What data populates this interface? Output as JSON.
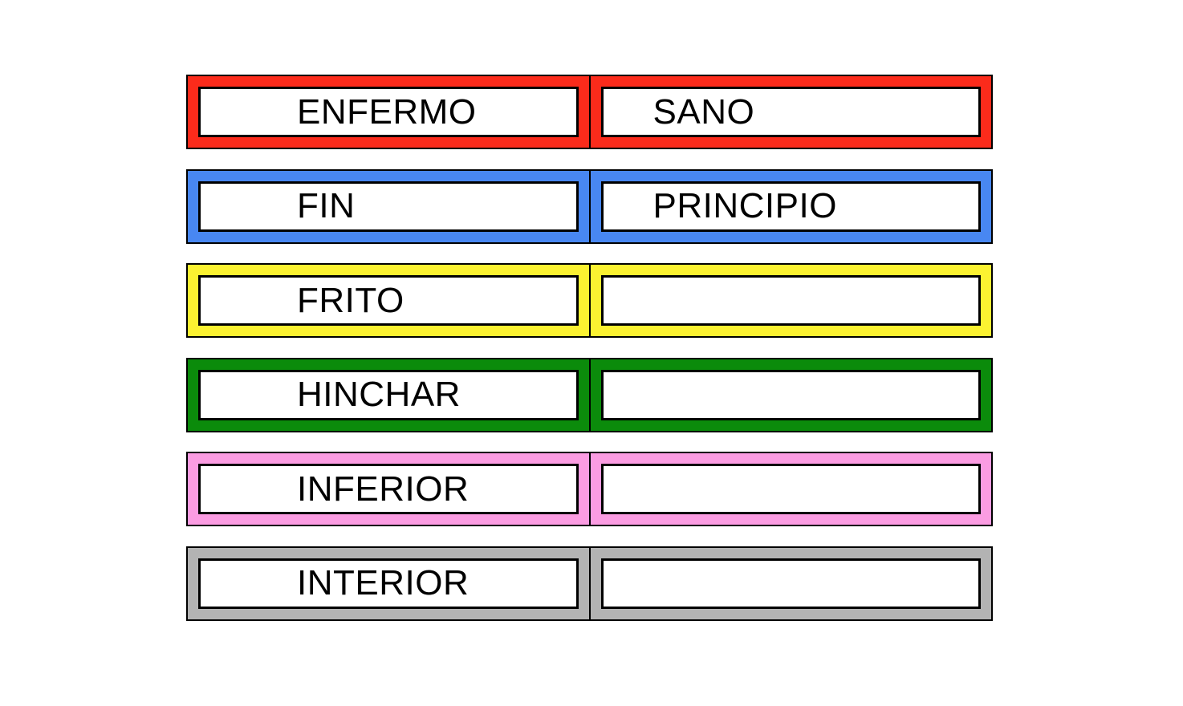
{
  "board": {
    "description": "antonym matching card board",
    "text_color": "#000000",
    "card_background": "#ffffff",
    "outline_color": "#000000"
  },
  "rows": [
    {
      "color_name": "red",
      "color": "#fb2b1b",
      "left_label": "ENFERMO",
      "right_label": "SANO"
    },
    {
      "color_name": "blue",
      "color": "#4887f2",
      "left_label": "FIN",
      "right_label": "PRINCIPIO"
    },
    {
      "color_name": "yellow",
      "color": "#fbf231",
      "left_label": "FRITO",
      "right_label": ""
    },
    {
      "color_name": "green",
      "color": "#0b8b0b",
      "left_label": "HINCHAR",
      "right_label": ""
    },
    {
      "color_name": "pink",
      "color": "#fb9ce2",
      "left_label": "INFERIOR",
      "right_label": ""
    },
    {
      "color_name": "gray",
      "color": "#b3b3b3",
      "left_label": "INTERIOR",
      "right_label": ""
    }
  ]
}
